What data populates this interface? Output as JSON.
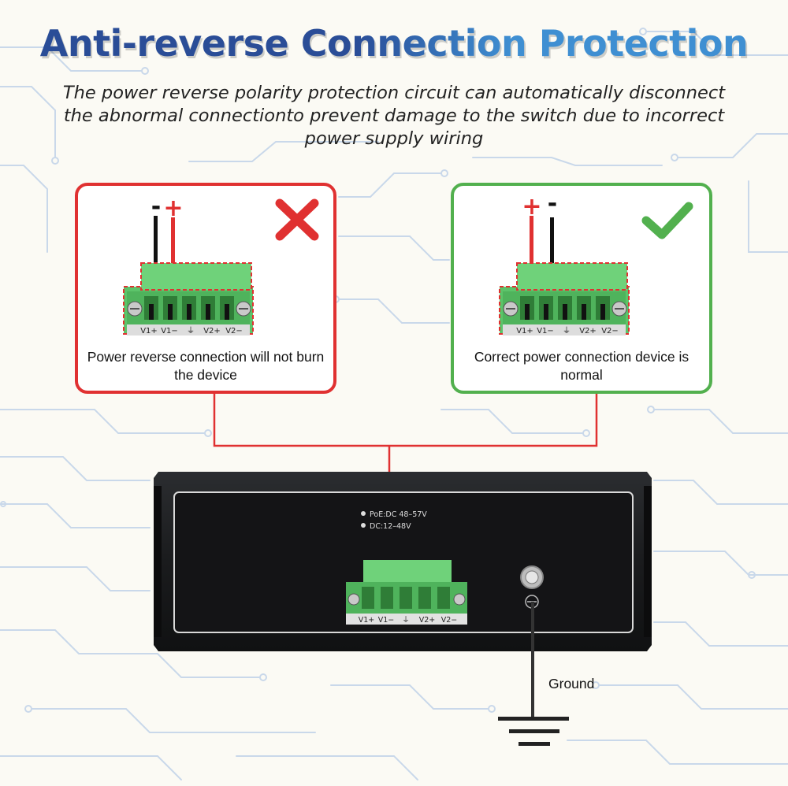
{
  "title": "Anti-reverse Connection Protection",
  "subtitle": "The power reverse polarity protection circuit can automatically disconnect the abnormal connectionto prevent damage to the switch due to incorrect power supply wiring",
  "left_card": {
    "caption": "Power reverse connection will not burn the device",
    "status_icon": "cross-icon",
    "polarity_left": "-",
    "polarity_right": "+",
    "terminal_labels": [
      "V1+",
      "V1−",
      "V2+",
      "V2−"
    ]
  },
  "right_card": {
    "caption": "Correct power connection device is normal",
    "status_icon": "check-icon",
    "polarity_left": "+",
    "polarity_right": "-",
    "terminal_labels": [
      "V1+",
      "V1−",
      "V2+",
      "V2−"
    ]
  },
  "device": {
    "power_spec_1": "PoE:DC 48–57V",
    "power_spec_2": "DC:12–48V",
    "terminal_labels": [
      "V1+",
      "V1−",
      "V2+",
      "V2−"
    ]
  },
  "ground_label": "Ground",
  "colors": {
    "error": "#e03131",
    "success": "#52b04e",
    "terminal_green": "#5cc46a",
    "title_dark": "#2a4d97",
    "title_light": "#3f8fd2"
  }
}
